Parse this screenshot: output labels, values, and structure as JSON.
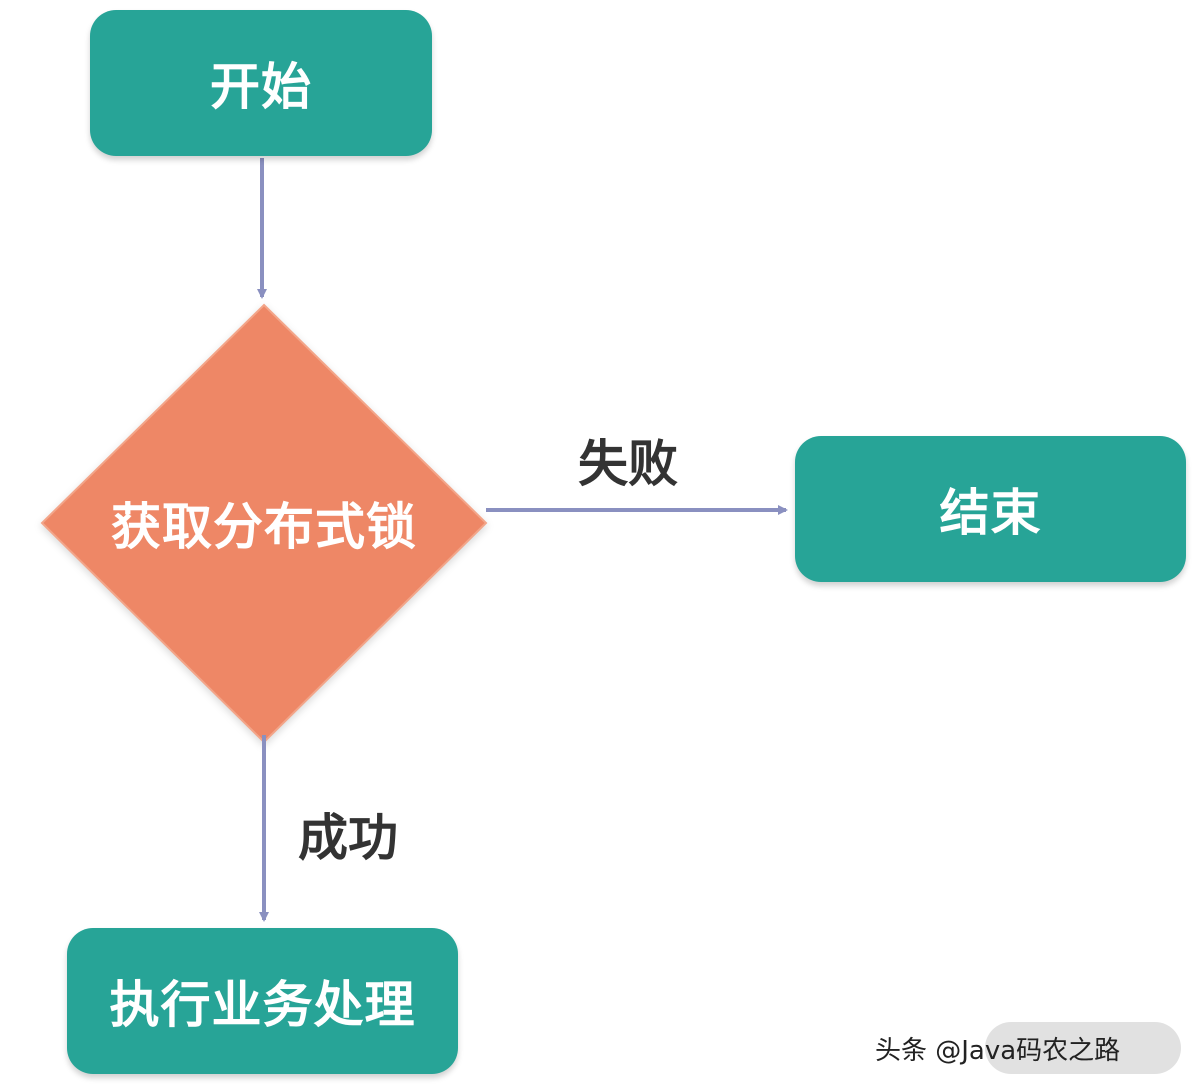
{
  "nodes": {
    "start": "开始",
    "decision": "获取分布式锁",
    "end": "结束",
    "execute": "执行业务处理"
  },
  "edges": {
    "fail_label": "失败",
    "success_label": "成功"
  },
  "watermark": "头条 @Java码农之路",
  "colors": {
    "process_fill": "#27a497",
    "decision_fill": "#ee8766",
    "connector": "#8a90c0",
    "label_text": "#333333"
  }
}
